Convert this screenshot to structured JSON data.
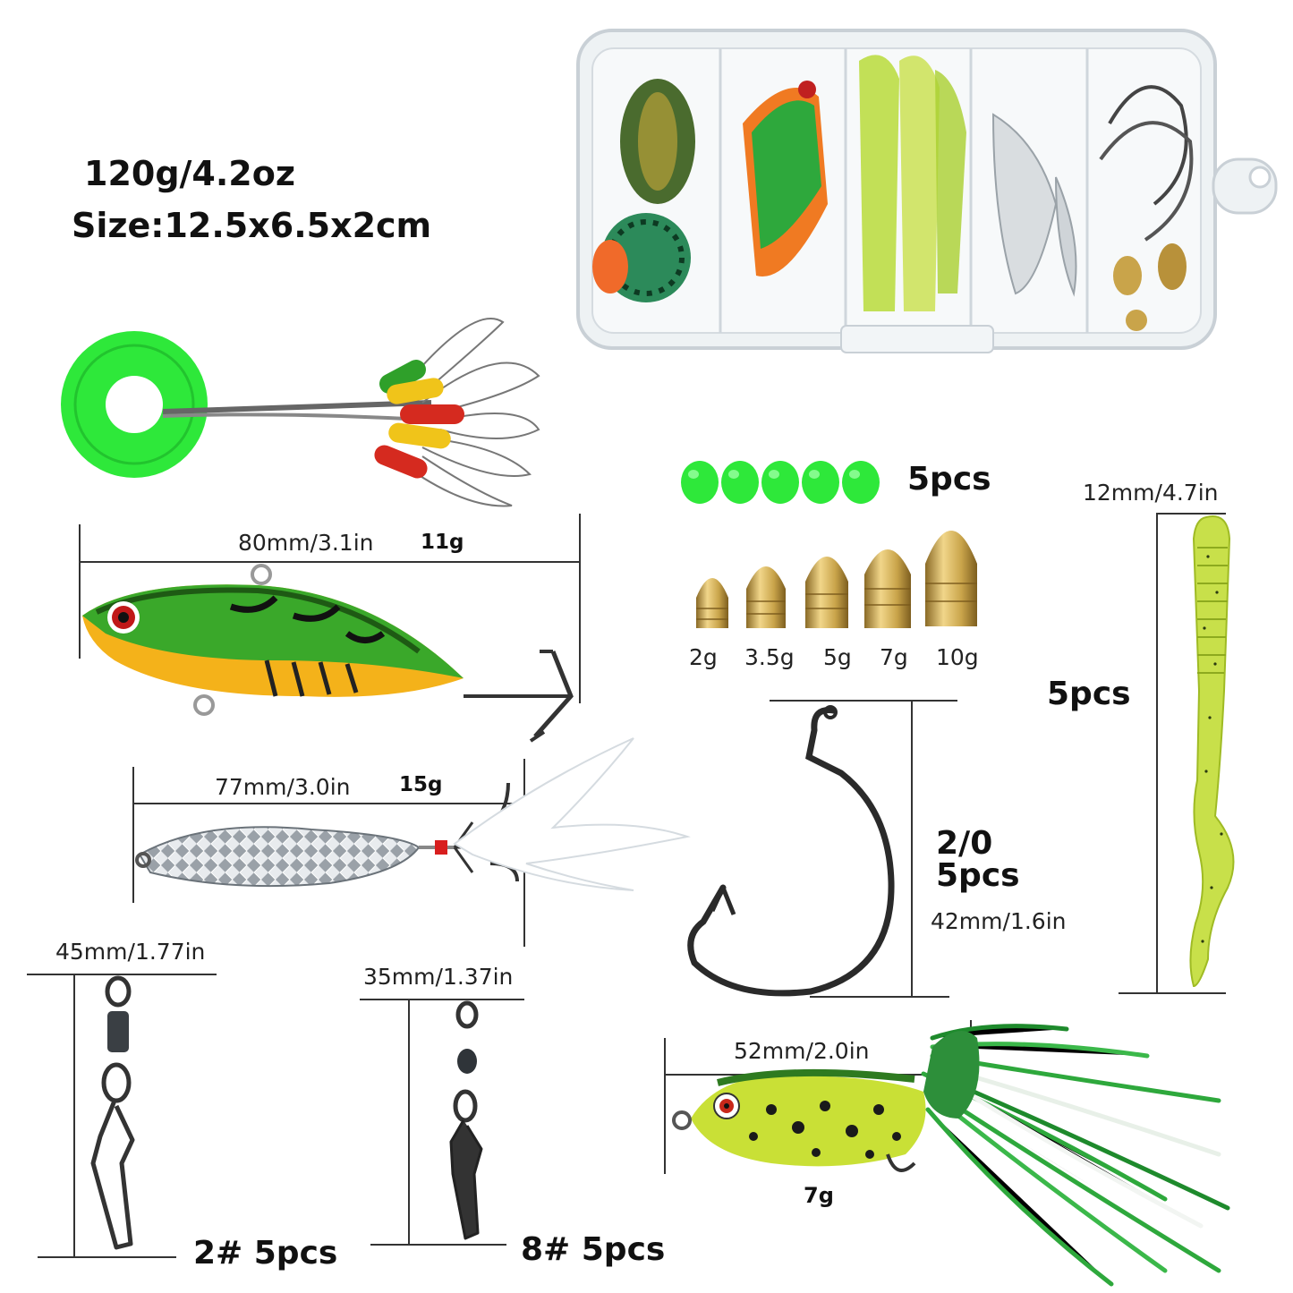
{
  "box": {
    "weight": "120g/4.2oz",
    "size": "Size:12.5x6.5x2cm"
  },
  "beads": {
    "count": "5pcs"
  },
  "sinkers": {
    "weights": [
      "2g",
      "3.5g",
      "5g",
      "7g",
      "10g"
    ]
  },
  "worm": {
    "length": "12mm/4.7in",
    "count": "5pcs"
  },
  "vib_lure": {
    "length": "80mm/3.1in",
    "weight": "11g"
  },
  "spoon_lure": {
    "length": "77mm/3.0in",
    "weight": "15g"
  },
  "hook": {
    "size": "2/0",
    "count": "5pcs",
    "length": "42mm/1.6in"
  },
  "swivel_large": {
    "length": "45mm/1.77in",
    "caption": "2# 5pcs"
  },
  "swivel_small": {
    "length": "35mm/1.37in",
    "caption": "8# 5pcs"
  },
  "frog": {
    "length": "52mm/2.0in",
    "weight": "7g"
  },
  "colors": {
    "accent_green": "#2ee83a",
    "lure_green": "#4caf1d",
    "brass": "#c9a44a",
    "worm_yellow": "#c8e04a"
  }
}
